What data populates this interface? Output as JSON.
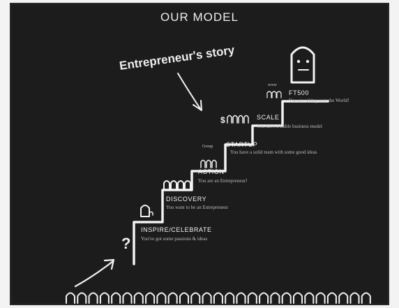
{
  "header": {
    "title": "OUR MODEL"
  },
  "story_title": "Entrepreneur's story",
  "steps": [
    {
      "name": "INSPIRE/CELEBRATE",
      "desc": "You've got some passions & ideas"
    },
    {
      "name": "DISCOVERY",
      "desc": "You want to be an Entrepreneur"
    },
    {
      "name": "ACTION",
      "desc": "You are an Entrepreneur!"
    },
    {
      "name": "STARTUP",
      "desc": "You have a solid team with some good ideas"
    },
    {
      "name": "SCALE",
      "desc": "You have a stable business model"
    },
    {
      "name": "FT500",
      "desc": "You are taking over the World!"
    }
  ],
  "small_labels": {
    "startup_note": "Group",
    "ft500_note": "www"
  },
  "symbols": {
    "question": "?",
    "dollar": "$"
  },
  "colors": {
    "background": "#1c1c1c",
    "chalk": "#f2f2f2"
  }
}
